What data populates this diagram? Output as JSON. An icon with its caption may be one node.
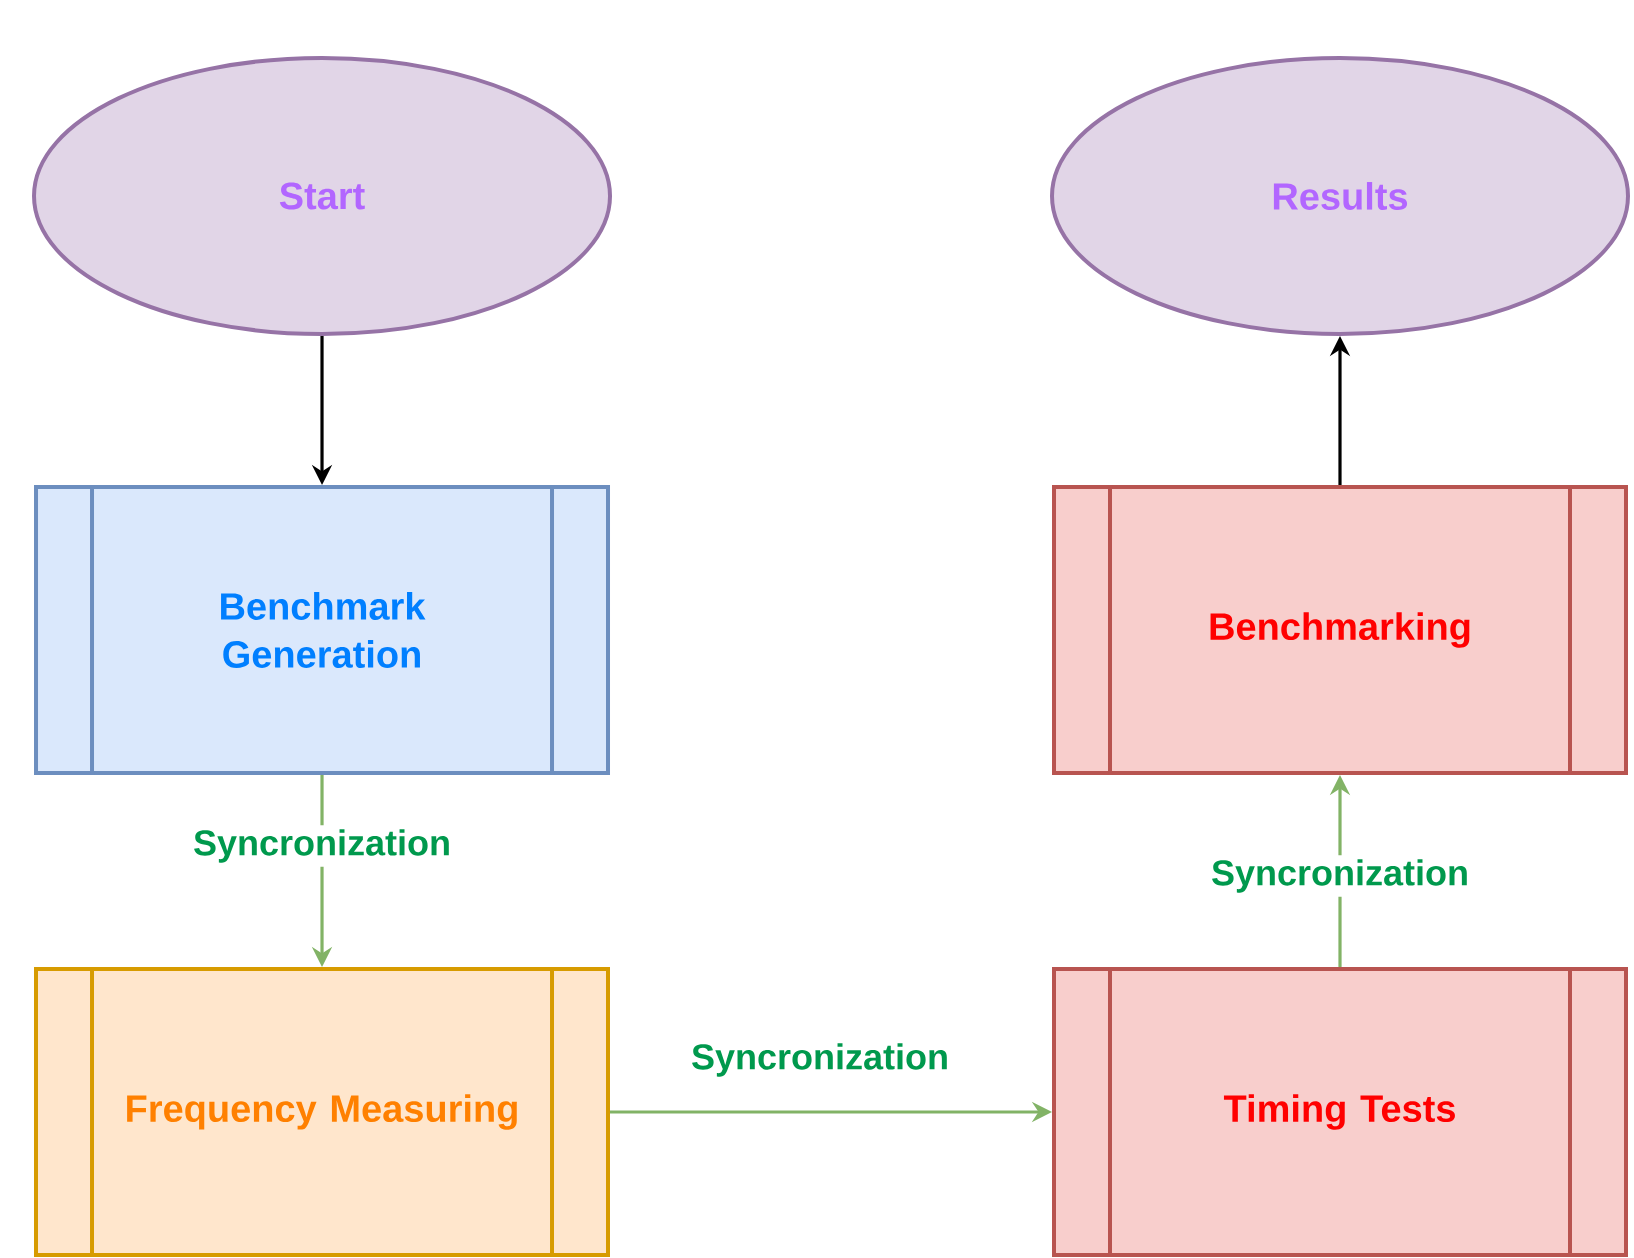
{
  "diagram": {
    "nodes": [
      {
        "text": [
          "Start"
        ]
      },
      {
        "text": [
          "Results"
        ]
      },
      {
        "text": [
          "Benchmark Generation"
        ]
      },
      {
        "text": [
          "Frequency Measuring"
        ]
      },
      {
        "text": [
          "Timing Tests"
        ]
      },
      {
        "text": [
          "Benchmarking"
        ]
      }
    ],
    "edges": [
      {
        "from": 0,
        "to": 2,
        "arrow": "to",
        "color": "#000000"
      },
      {
        "from": 2,
        "to": 3,
        "arrow": "to",
        "label": "Syncronization"
      },
      {
        "from": 3,
        "to": 4,
        "arrow": "to",
        "label": "Syncronization"
      },
      {
        "from": 4,
        "to": 5,
        "arrow": "to",
        "label": "Syncronization"
      },
      {
        "from": 5,
        "to": 1,
        "arrow": "to",
        "color": "#000000"
      }
    ]
  }
}
